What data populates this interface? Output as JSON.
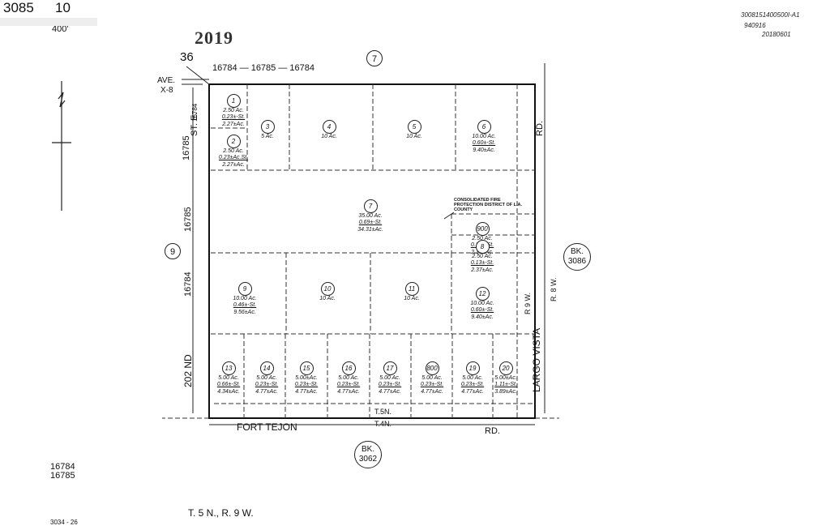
{
  "header": {
    "book": "3085",
    "page": "10",
    "scale": "400'",
    "year": "2019",
    "stamp_lines": [
      "3008151400500I-A1",
      "940916",
      "20180601"
    ],
    "section_top": "36",
    "legend_top": "16784 — 16785 — 16784"
  },
  "roads": {
    "ave": "AVE.",
    "ave2": "X-8",
    "st_e": "ST. E.",
    "nd202": "202 ND",
    "fort_tejon": "FORT TEJON",
    "rd_bottom": "RD.",
    "largo_vista": "LARGO VISTA",
    "rd_right": "RD.",
    "r9w": "R 9 W.",
    "r8w": "R. 8 W.",
    "t5n": "T.5N.",
    "t4n": "T.4N."
  },
  "tracts_left": [
    "16785",
    "16784",
    "16785",
    "16784"
  ],
  "adjacent": {
    "top": "7",
    "left": "9",
    "bk_right": [
      "BK.",
      "3086"
    ],
    "bk_bottom": [
      "BK.",
      "3062"
    ]
  },
  "fire_note": "CONSOLIDATED FIRE PROTECTION DISTRICT OF L.A. COUNTY",
  "parcels": [
    {
      "id": "p1",
      "num": "1",
      "lines": [
        "2.50 Ac.",
        "0.23±-St.",
        "2.27±Ac."
      ]
    },
    {
      "id": "p2",
      "num": "2",
      "lines": [
        "2.50 Ac.",
        "0.23±Ac.St.",
        "2.27±Ac."
      ]
    },
    {
      "id": "p3",
      "num": "3",
      "lines": [
        "5 Ac."
      ]
    },
    {
      "id": "p4",
      "num": "4",
      "lines": [
        "10 Ac."
      ]
    },
    {
      "id": "p5",
      "num": "5",
      "lines": [
        "10 Ac."
      ]
    },
    {
      "id": "p6",
      "num": "6",
      "lines": [
        "10.00 Ac.",
        "0.60±-St.",
        "9.40±Ac."
      ]
    },
    {
      "id": "p7",
      "num": "7",
      "lines": [
        "35.00 Ac.",
        "0.69±-St.",
        "34.31±Ac."
      ]
    },
    {
      "id": "p900",
      "num": "900",
      "lines": [
        "2.50 Ac.",
        "0.14±-St.",
        "2.36±Ac."
      ]
    },
    {
      "id": "p8",
      "num": "8",
      "lines": [
        "2.50 Ac.",
        "0.13±-St.",
        "2.37±Ac."
      ]
    },
    {
      "id": "p9",
      "num": "9",
      "lines": [
        "10.00 Ac.",
        "0.46±-St.",
        "9.56±Ac."
      ]
    },
    {
      "id": "p10",
      "num": "10",
      "lines": [
        "10 Ac."
      ]
    },
    {
      "id": "p11",
      "num": "11",
      "lines": [
        "10 Ac."
      ]
    },
    {
      "id": "p12",
      "num": "12",
      "lines": [
        "10.00 Ac.",
        "0.60±-St.",
        "9.40±Ac."
      ]
    },
    {
      "id": "p13",
      "num": "13",
      "lines": [
        "5.00 Ac.",
        "0.66±-St.",
        "4.34±Ac."
      ]
    },
    {
      "id": "p14",
      "num": "14",
      "lines": [
        "5.00 Ac.",
        "0.23±-St.",
        "4.77±Ac."
      ]
    },
    {
      "id": "p15",
      "num": "15",
      "lines": [
        "5.00±Ac.",
        "0.23±-St.",
        "4.77±Ac."
      ]
    },
    {
      "id": "p16",
      "num": "16",
      "lines": [
        "5.00 Ac.",
        "0.23±-St.",
        "4.77±Ac."
      ]
    },
    {
      "id": "p17",
      "num": "17",
      "lines": [
        "5.00 Ac.",
        "0.23±-St.",
        "4.77±Ac."
      ]
    },
    {
      "id": "p800",
      "num": "800",
      "lines": [
        "5.00 Ac.",
        "0.23±-St.",
        "4.77±Ac."
      ]
    },
    {
      "id": "p19",
      "num": "19",
      "lines": [
        "5.00 Ac.",
        "0.23±-St.",
        "4.77±Ac."
      ]
    },
    {
      "id": "p20",
      "num": "20",
      "lines": [
        "5.00±Ac.",
        "1.11±-St.",
        "3.89±Ac."
      ]
    }
  ],
  "footer": {
    "tract_a": "16784",
    "tract_b": "16785",
    "township": "T. 5 N., R. 9 W.",
    "code": "3034 - 26"
  }
}
